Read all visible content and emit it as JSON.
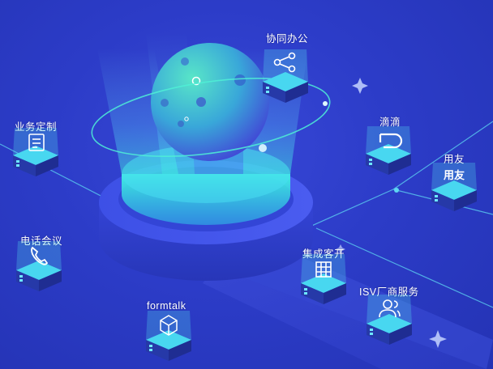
{
  "nodes": [
    {
      "id": "collab-office",
      "label": "协同办公",
      "icon": "share-icon"
    },
    {
      "id": "custom-business",
      "label": "业务定制",
      "icon": "document-icon"
    },
    {
      "id": "didi",
      "label": "滴滴",
      "icon": "didi-logo-icon"
    },
    {
      "id": "yonyou",
      "label": "用友",
      "icon": "yonyou-logo-icon",
      "logo_text": "用友"
    },
    {
      "id": "phone-meeting",
      "label": "电话会议",
      "icon": "phone-icon"
    },
    {
      "id": "integration",
      "label": "集成客开",
      "icon": "building-icon"
    },
    {
      "id": "isv",
      "label": "ISV厂商服务",
      "icon": "users-icon"
    },
    {
      "id": "formtalk",
      "label": "formtalk",
      "icon": "cube-icon"
    }
  ],
  "colors": {
    "background": "#2c3cc8",
    "accent": "#3ff5e0",
    "glow": "#6ee8ff",
    "sphere": "#4fd6c8"
  }
}
